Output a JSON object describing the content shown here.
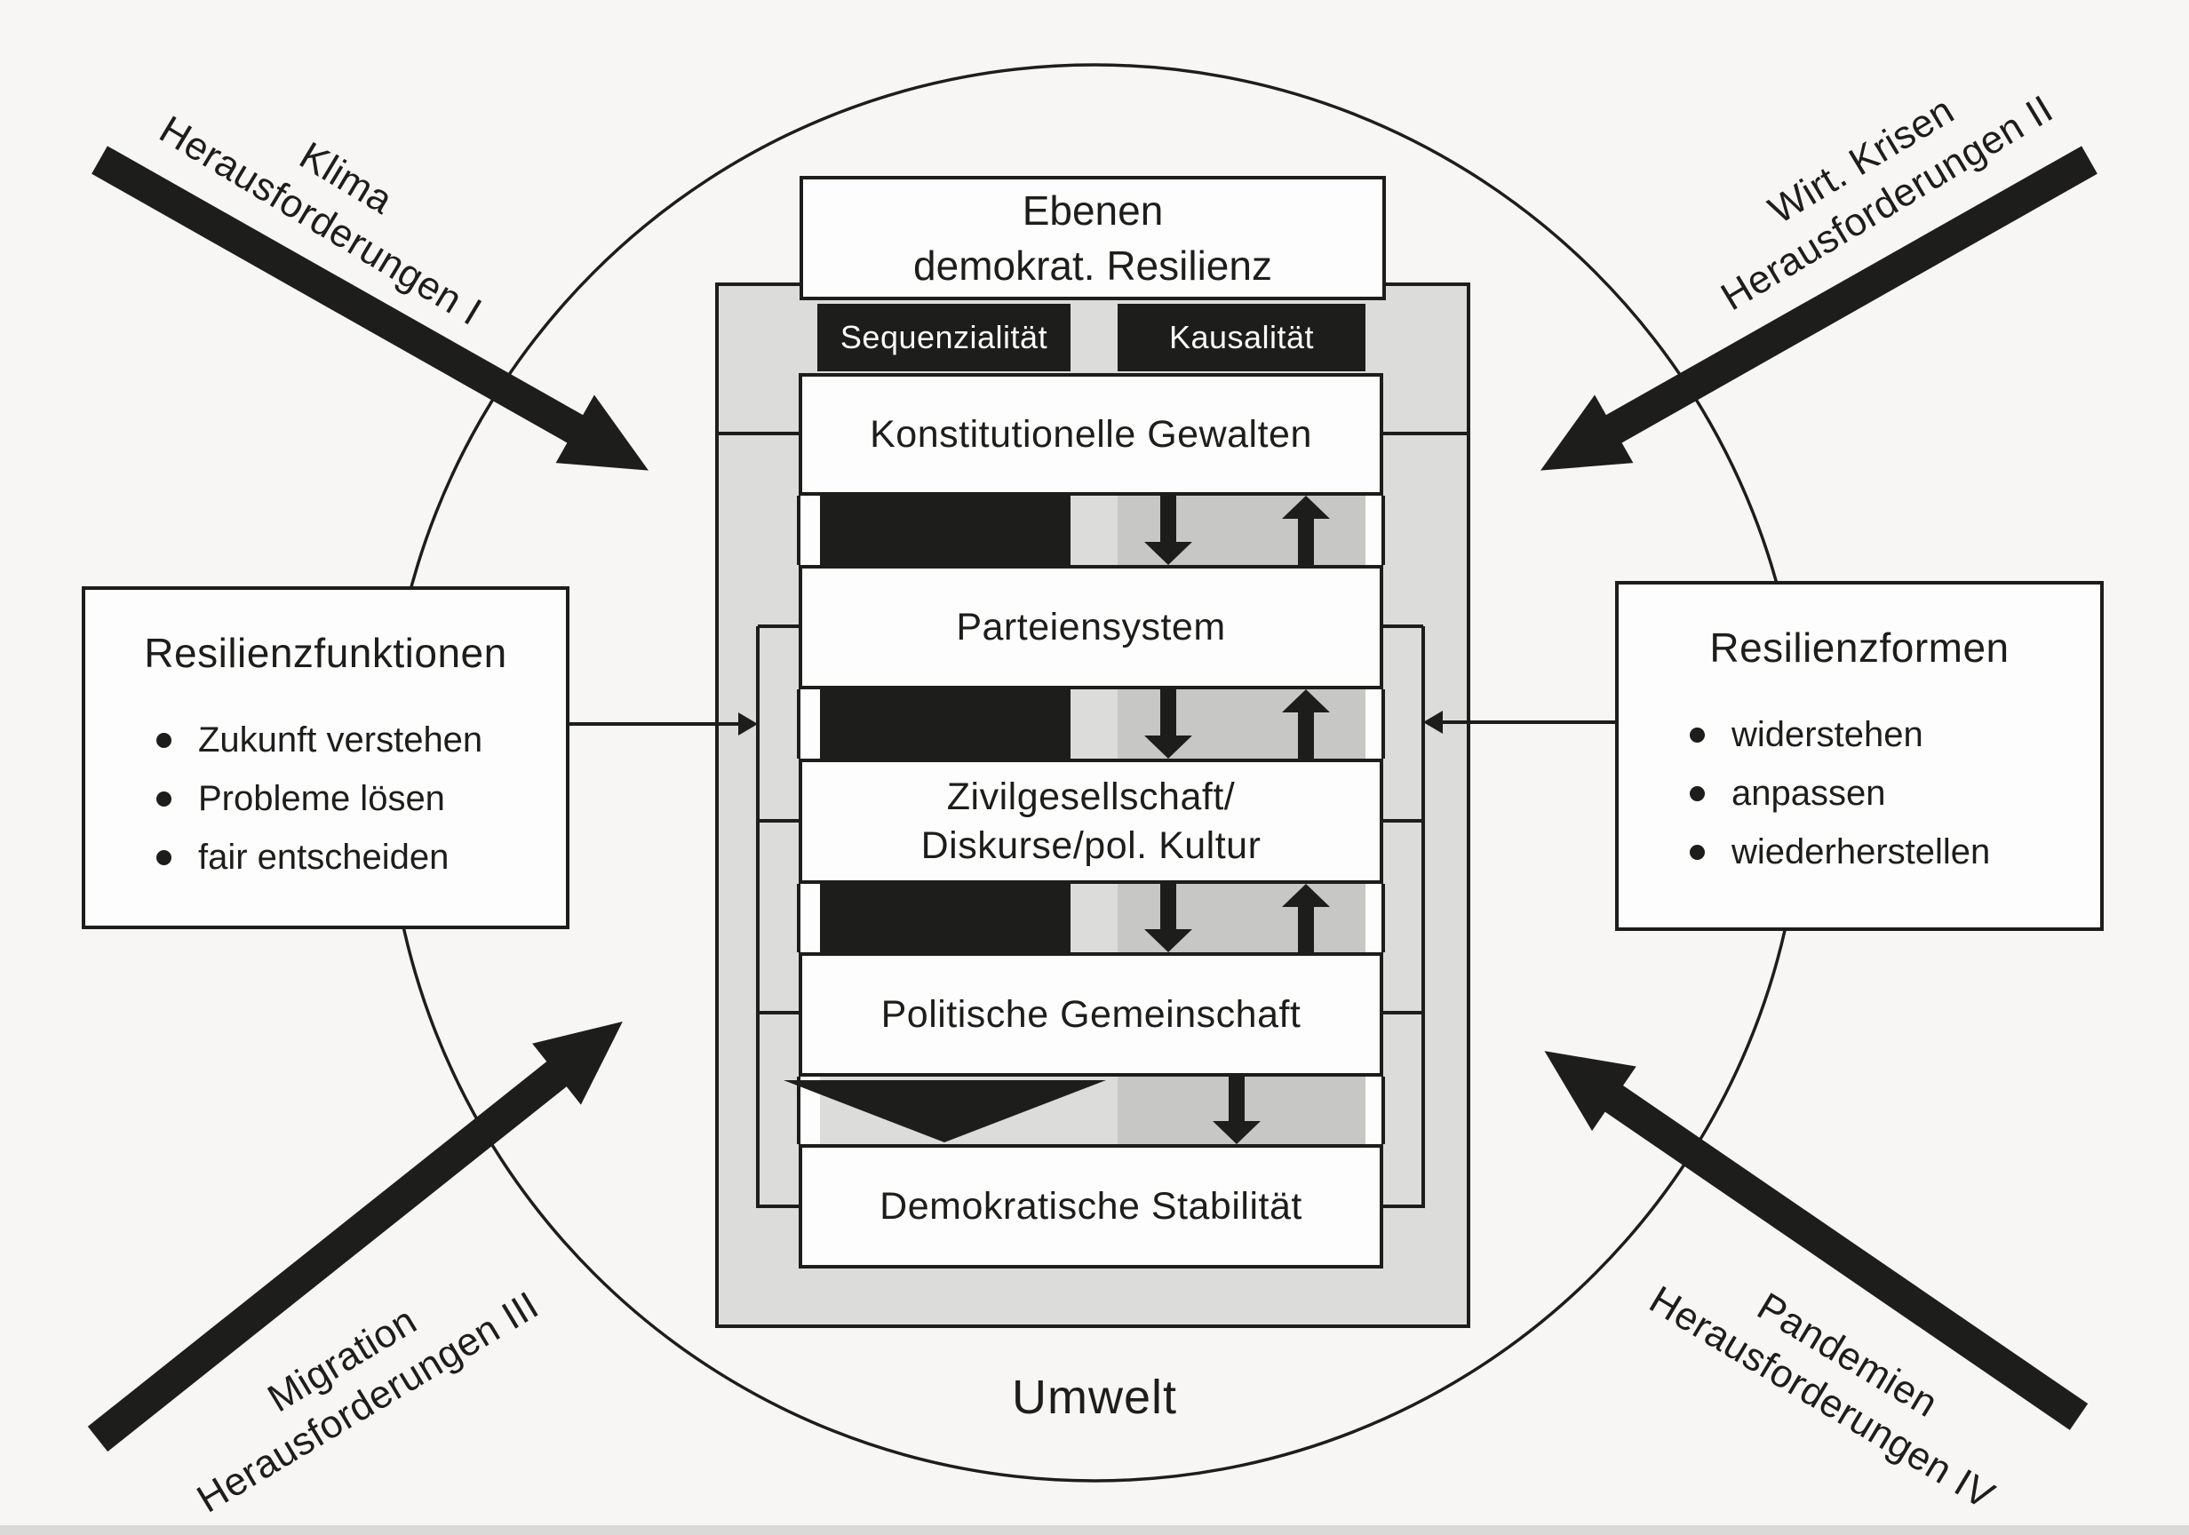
{
  "page": {
    "background": "#f7f6f4",
    "ink": "#1d1d1b"
  },
  "environment": {
    "label": "Umwelt"
  },
  "center_panel": {
    "title": {
      "line1": "Ebenen",
      "line2": "demokrat. Resilienz"
    },
    "banner": {
      "left": "Sequenzialität",
      "right": "Kausalität"
    },
    "levels": [
      {
        "lines": [
          "Konstitutionelle Gewalten"
        ]
      },
      {
        "lines": [
          "Parteiensystem"
        ]
      },
      {
        "lines": [
          "Zivilgesellschaft/",
          "Diskurse/pol. Kultur"
        ]
      },
      {
        "lines": [
          "Politische Gemeinschaft"
        ]
      },
      {
        "lines": [
          "Demokratische Stabilität"
        ]
      }
    ],
    "colors": {
      "panel_bg": "#dcdcda",
      "column_bg": "#c7c7c5",
      "band": "#1d1d1b",
      "box_bg": "#fdfdfd"
    }
  },
  "left_box": {
    "title": "Resilienzfunktionen",
    "items": [
      "Zukunft verstehen",
      "Probleme lösen",
      "fair entscheiden"
    ]
  },
  "right_box": {
    "title": "Resilienzformen",
    "items": [
      "widerstehen",
      "anpassen",
      "wiederherstellen"
    ]
  },
  "challenges": {
    "top_left": {
      "line1": "Klima",
      "line2": "Herausforderungen I"
    },
    "top_right": {
      "line1": "Wirt. Krisen",
      "line2": "Herausforderungen II"
    },
    "bottom_left": {
      "line1": "Migration",
      "line2": "Herausforderungen III"
    },
    "bottom_right": {
      "line1": "Pandemien",
      "line2": "Herausforderungen IV"
    }
  }
}
